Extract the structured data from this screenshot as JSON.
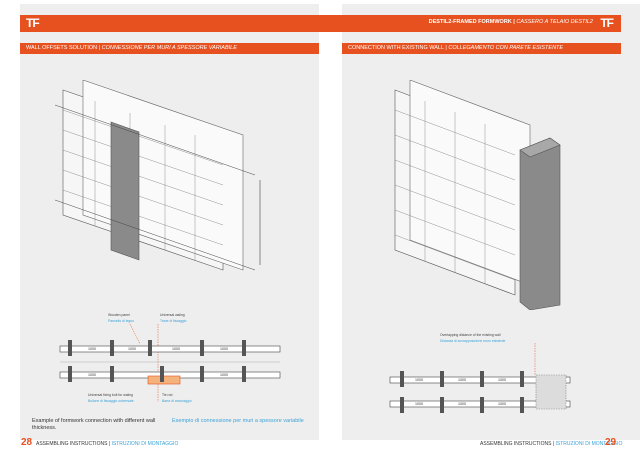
{
  "header": {
    "logo_left": "TF",
    "logo_right": "TF",
    "title_main": "DESTIL2-FRAMED FORMWORK",
    "title_sep": " | ",
    "title_italic": "CASSERO A TELAIO DESTIL2"
  },
  "left": {
    "section_title": "WALL OFFSETS SOLUTION",
    "section_sep": " | ",
    "section_title_it": "CONNESSIONE PER MURI A SPESSORE VARIABILE",
    "plan": {
      "label_top_left": "Wooden panel",
      "label_top_left_it": "Pannello di legno",
      "label_top_right": "Universal waling",
      "label_top_right_it": "Trave di fissaggio",
      "label_bottom_left": "Universal fixing bolt for waling",
      "label_bottom_left_it": "Bullone di fissaggio universale",
      "label_bottom_right": "Tie rod",
      "label_bottom_right_it": "Barra di ancoraggio",
      "dims": [
        "1000",
        "1000",
        "1000",
        "1000",
        "1000",
        "1000"
      ]
    },
    "caption": "Example of formwork connection with different wall thickness.",
    "caption_it": "Esempio di connessione per muri a spessore variabile",
    "page_number": "28",
    "footer": "ASSEMBLING INSTRUCTIONS",
    "footer_sep": " | ",
    "footer_it": "ISTRUZIONI DI MONTAGGIO"
  },
  "right": {
    "section_title": "CONNECTION WITH EXISTING WALL",
    "section_sep": " | ",
    "section_title_it": "COLLEGAMENTO CON PARETE ESISTENTE",
    "plan": {
      "label": "Overlapping distance of the existing wall",
      "label_it": "Distanza di sovrapposizione muro esistente",
      "dims": [
        "1000",
        "1000",
        "1000",
        "1000",
        "1000",
        "1000"
      ]
    },
    "page_number": "29",
    "footer": "ASSEMBLING INSTRUCTIONS",
    "footer_sep": " | ",
    "footer_it": "ISTRUZIONI DI MONTAGGIO"
  },
  "colors": {
    "accent": "#e6511f",
    "italic_text": "#3aa3d8",
    "page_bg": "#eeeeee",
    "wall": "#8a8a8a"
  }
}
